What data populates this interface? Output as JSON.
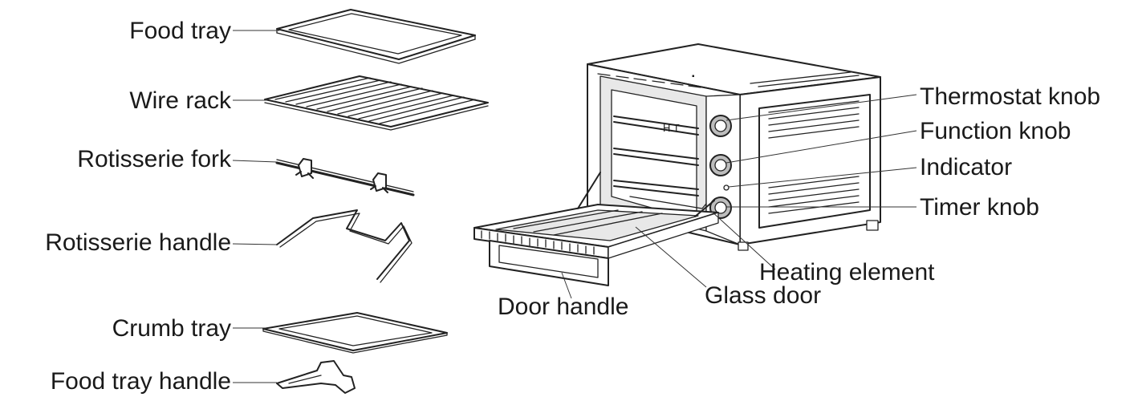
{
  "accessories": {
    "food_tray": "Food tray",
    "wire_rack": "Wire rack",
    "rotisserie_fork": "Rotisserie fork",
    "rotisserie_handle": "Rotisserie handle",
    "crumb_tray": "Crumb tray",
    "food_tray_handle": "Food tray handle"
  },
  "oven_parts": {
    "thermostat_knob": "Thermostat knob",
    "function_knob": "Function knob",
    "indicator": "Indicator",
    "timer_knob": "Timer knob",
    "heating_element": "Heating element",
    "glass_door": "Glass door",
    "door_handle": "Door handle"
  }
}
